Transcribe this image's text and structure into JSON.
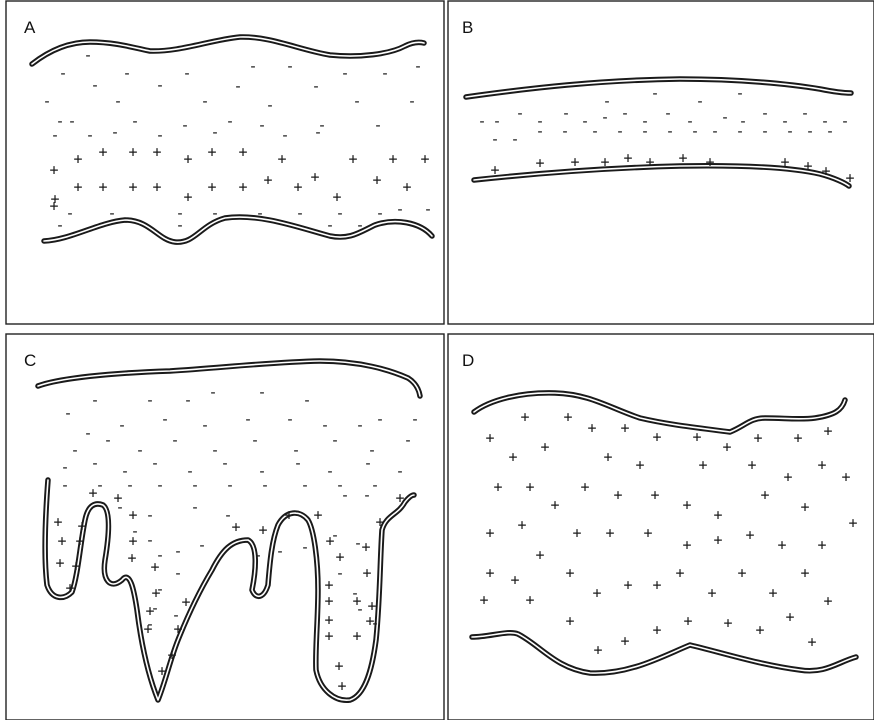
{
  "panels": [
    {
      "id": "a",
      "label": "A"
    },
    {
      "id": "b",
      "label": "B"
    },
    {
      "id": "c",
      "label": "C"
    },
    {
      "id": "d",
      "label": "D"
    }
  ],
  "symbols": {
    "negative": "-",
    "positive": "+"
  },
  "colors": {
    "line": "#1a1a1a",
    "frame": "#222222",
    "background": "#ffffff"
  }
}
